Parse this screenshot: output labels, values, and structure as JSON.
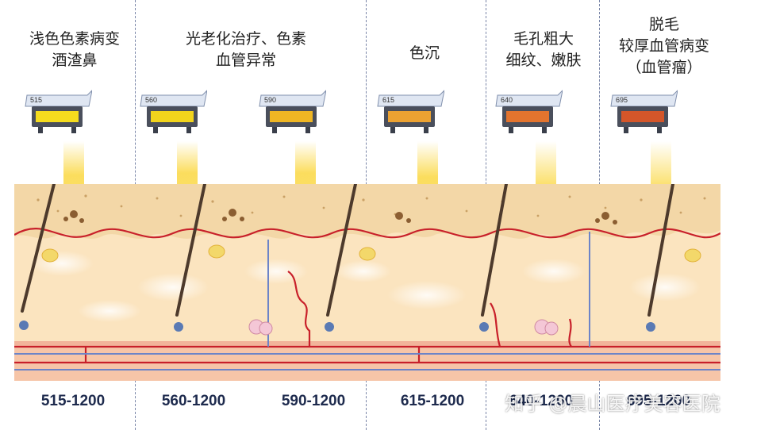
{
  "columns": [
    {
      "label_lines": [
        "浅色色素病变",
        "酒渣鼻"
      ],
      "filters": [
        {
          "code": "515",
          "color": "#f5dc1e"
        }
      ],
      "range": "515-1200"
    },
    {
      "label_lines": [
        "光老化治疗、色素",
        "血管异常"
      ],
      "filters": [
        {
          "code": "560",
          "color": "#f2d41c"
        },
        {
          "code": "590",
          "color": "#efb624"
        }
      ],
      "range_a": "560-1200",
      "range_b": "590-1200"
    },
    {
      "label_lines": [
        "色沉"
      ],
      "filters": [
        {
          "code": "615",
          "color": "#eca232"
        }
      ],
      "range": "615-1200"
    },
    {
      "label_lines": [
        "毛孔粗大",
        "细纹、嫩肤"
      ],
      "filters": [
        {
          "code": "640",
          "color": "#e3742e"
        }
      ],
      "range": "640-1200"
    },
    {
      "label_lines": [
        "脱毛",
        "较厚血管病变",
        "（血管瘤）"
      ],
      "filters": [
        {
          "code": "695",
          "color": "#d4562a"
        }
      ],
      "range": "695-1200"
    }
  ],
  "watermark": "知乎 @晨山医疗美容医院",
  "colors": {
    "separator": "#7a86a8",
    "range_text": "#1d2a4d",
    "skin_upper": "#f8e0b8",
    "dermis": "#fde8b8",
    "vessel_red": "#c8202a",
    "vessel_blue": "#6c84c8"
  }
}
